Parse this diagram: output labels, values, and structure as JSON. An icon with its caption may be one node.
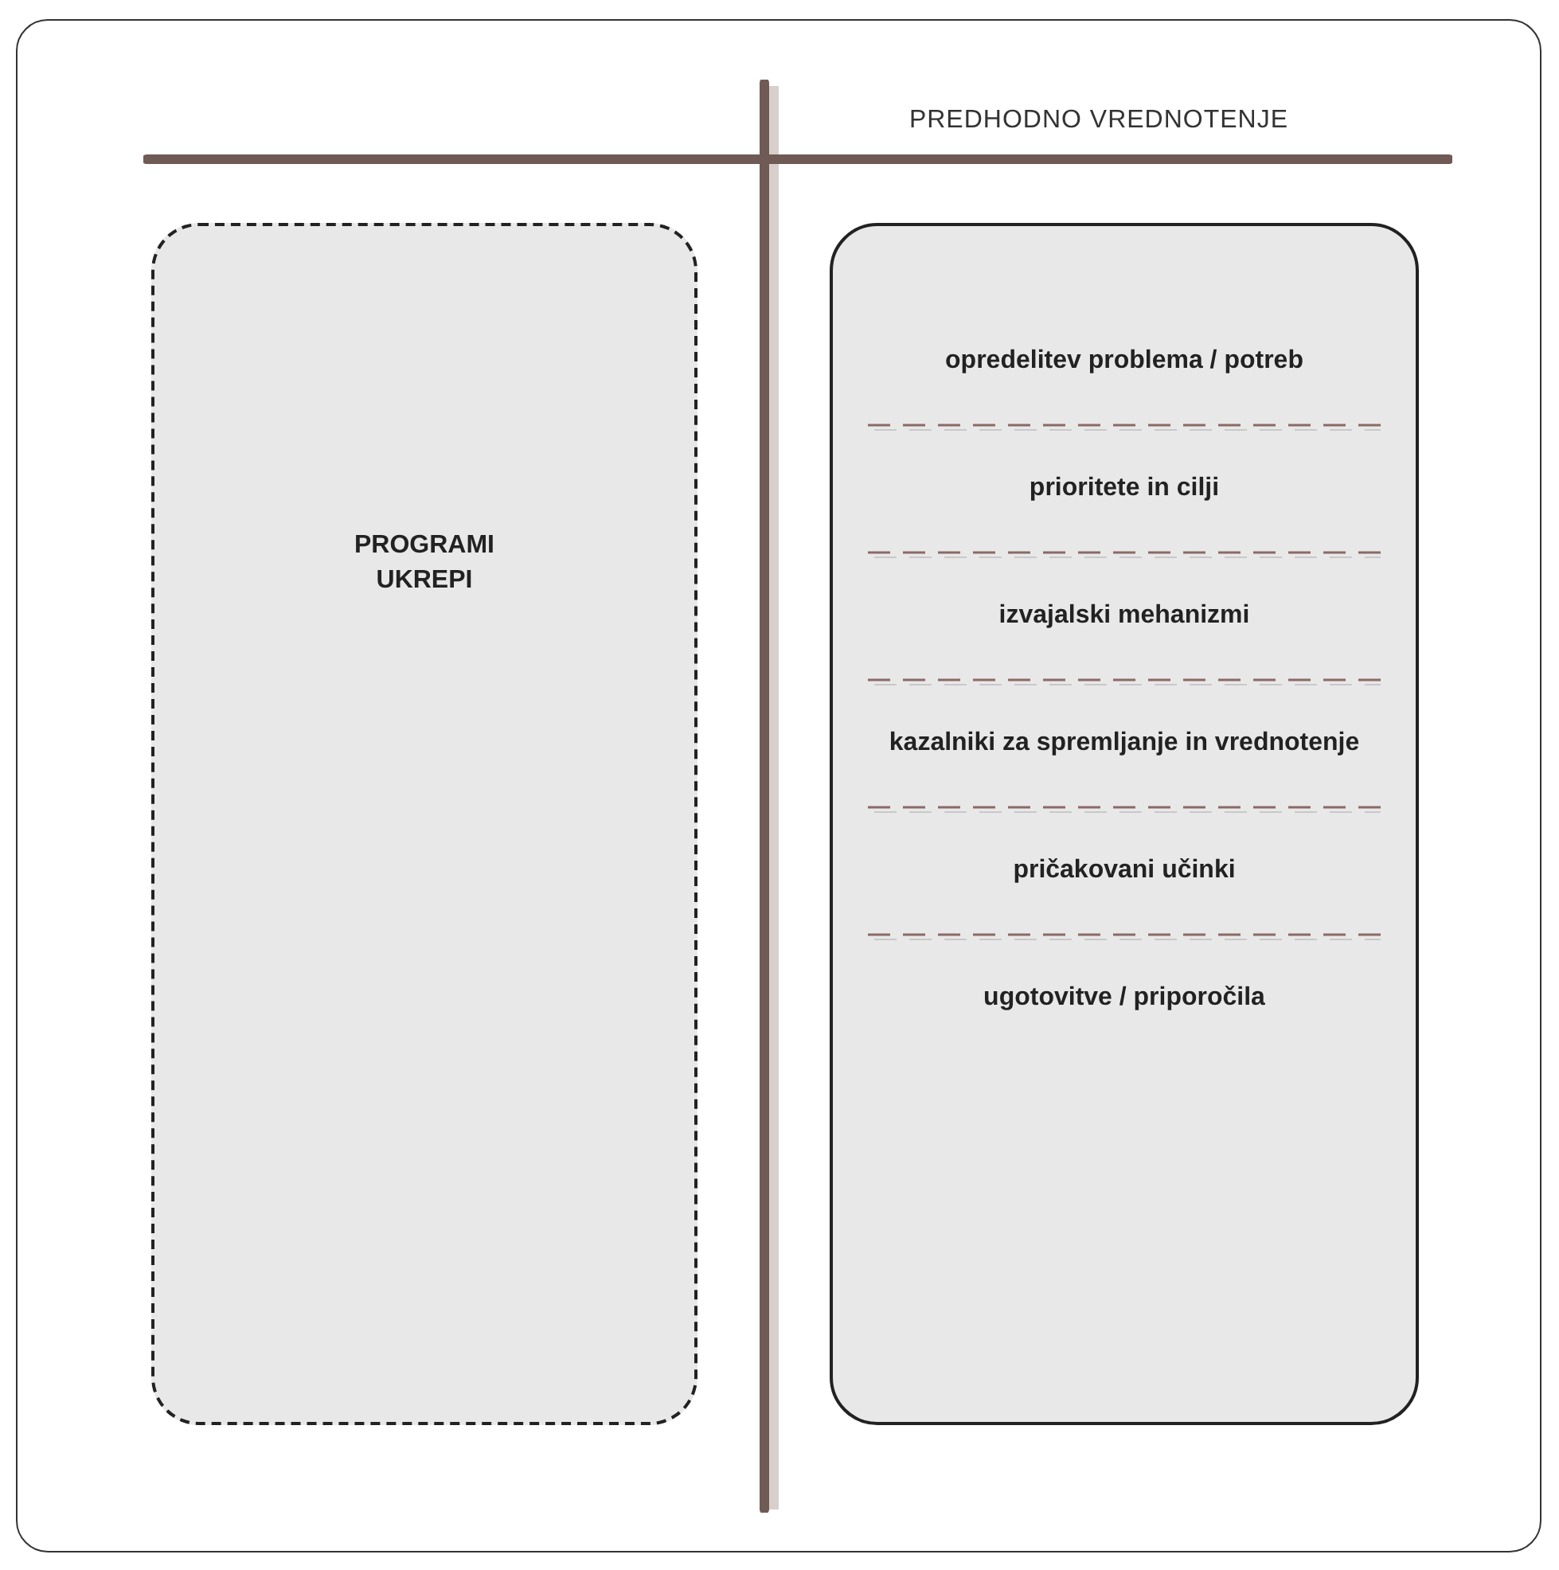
{
  "diagram": {
    "title": "PREDHODNO VREDNOTENJE",
    "nodes": [
      {
        "text": [
          "PROGRAMI",
          "UKREPI"
        ]
      },
      {
        "text": [
          "opredelitev problema / potreb",
          "prioritete in cilji",
          "izvajalski mehanizmi",
          "kazalniki za spremljanje in vrednotenje",
          "pričakovani učinki",
          "ugotovitve / priporočila"
        ]
      }
    ]
  }
}
